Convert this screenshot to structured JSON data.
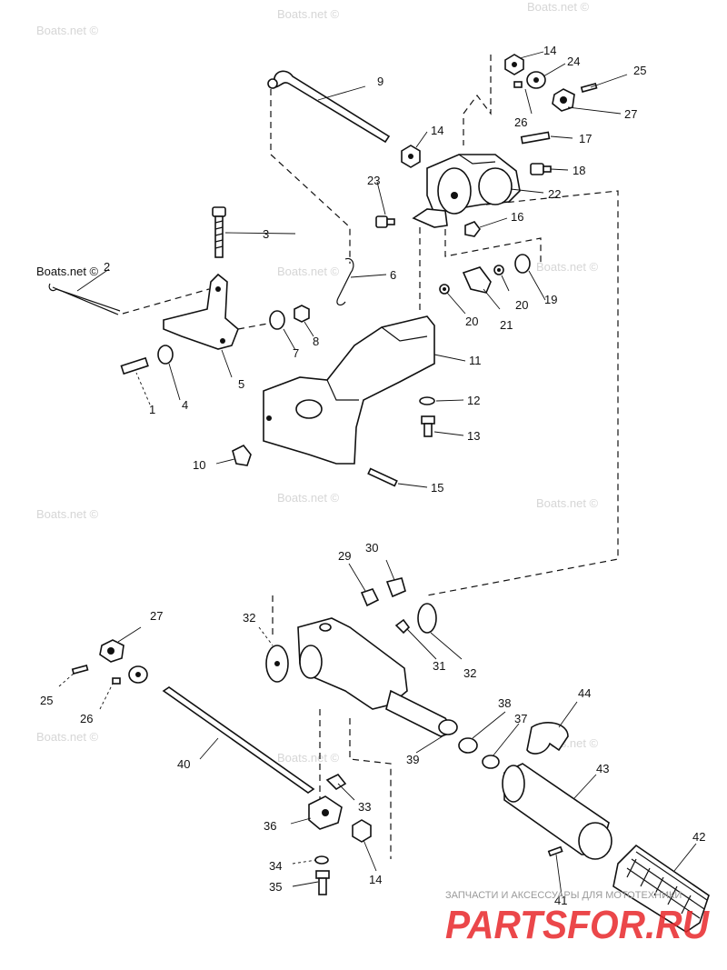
{
  "watermark_text": "Boats.net ©",
  "brand": {
    "tagline": "ЗАПЧАСТИ И АКСЕССУАРЫ ДЛЯ МОТОТЕХНИКИ",
    "name": "PARTSFOR.RU",
    "color": "#e8282b"
  },
  "callouts": {
    "c1": "1",
    "c2": "2",
    "c3": "3",
    "c4": "4",
    "c5": "5",
    "c6": "6",
    "c7": "7",
    "c8": "8",
    "c9": "9",
    "c10": "10",
    "c11": "11",
    "c12": "12",
    "c13": "13",
    "c14a": "14",
    "c14b": "14",
    "c14c": "14",
    "c15": "15",
    "c16": "16",
    "c17": "17",
    "c18": "18",
    "c19": "19",
    "c20a": "20",
    "c20b": "20",
    "c21": "21",
    "c22": "22",
    "c23": "23",
    "c24": "24",
    "c25a": "25",
    "c25b": "25",
    "c26a": "26",
    "c26b": "26",
    "c27a": "27",
    "c27b": "27",
    "c29": "29",
    "c30": "30",
    "c31": "31",
    "c32a": "32",
    "c32b": "32",
    "c33": "33",
    "c34": "34",
    "c35": "35",
    "c36": "36",
    "c37": "37",
    "c38": "38",
    "c39": "39",
    "c40": "40",
    "c41": "41",
    "c42": "42",
    "c43": "43",
    "c44": "44"
  }
}
